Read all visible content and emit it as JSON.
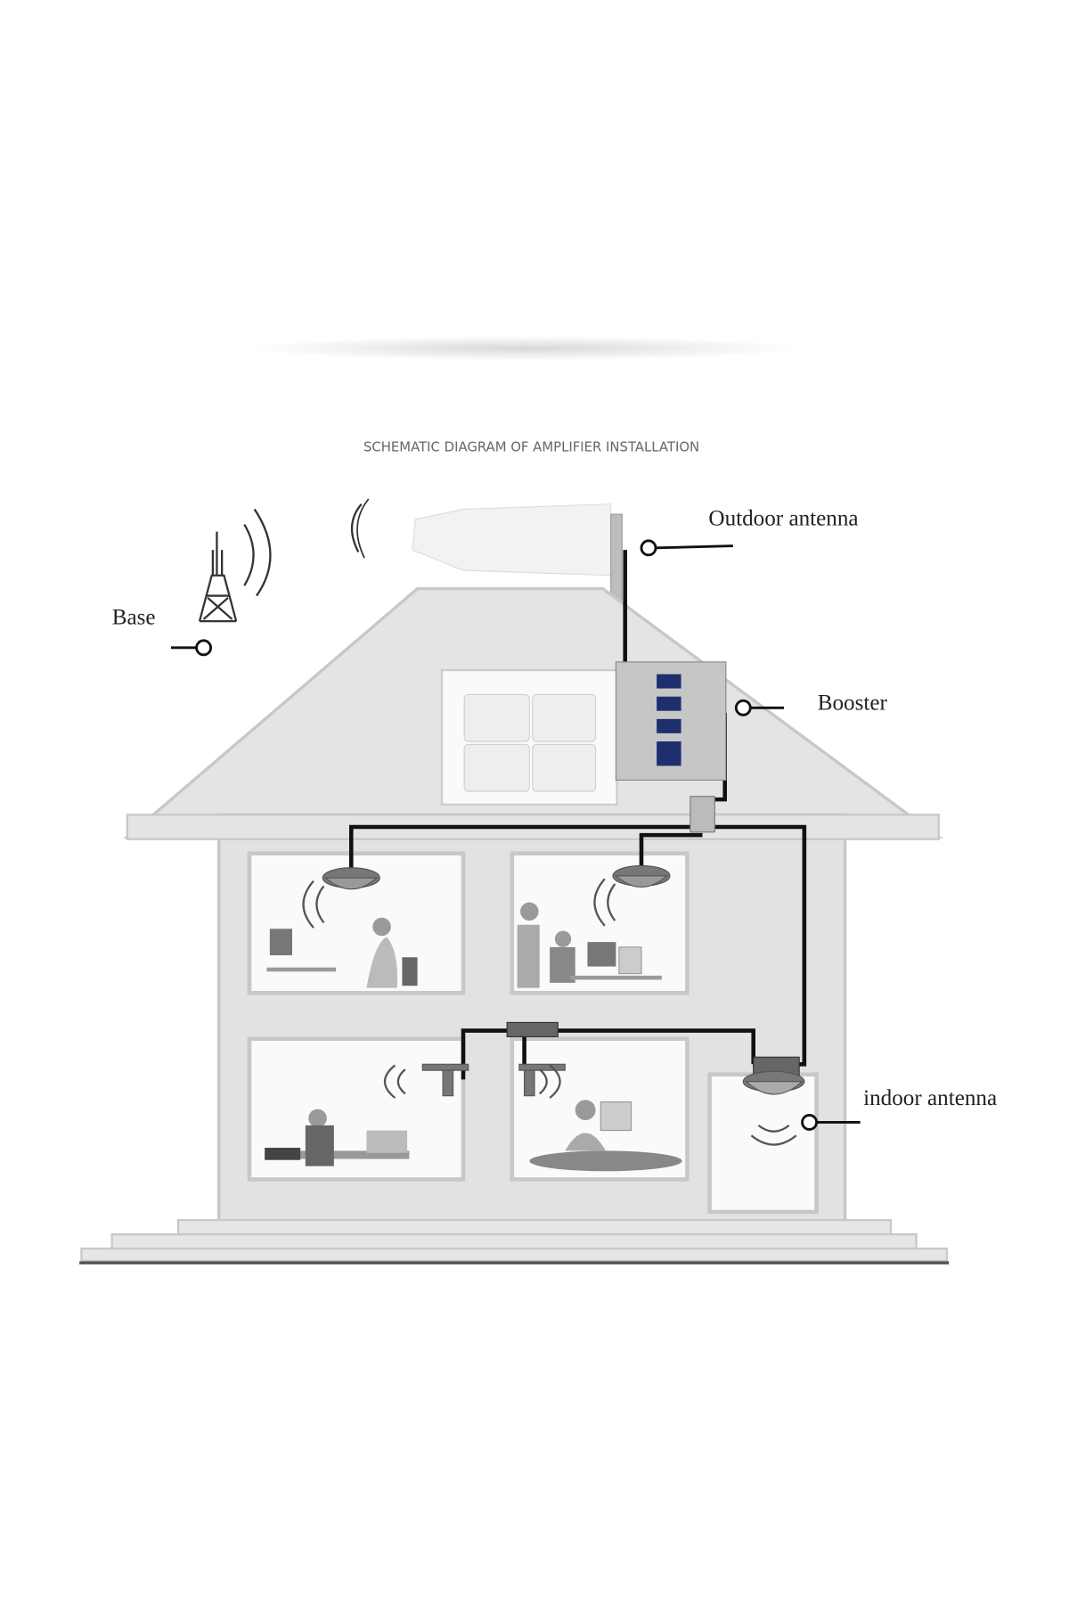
{
  "title": "SCHEMATIC DIAGRAM OF AMPLIFIER INSTALLATION",
  "labels": {
    "outdoor_antenna": "Outdoor antenna",
    "base": "Base",
    "booster": "Booster",
    "indoor_antenna": "indoor antenna"
  },
  "colors": {
    "house": "#e4e4e4",
    "outline": "#c8c8c8",
    "cable": "#111111",
    "booster_screen": "#1e2f6e"
  }
}
